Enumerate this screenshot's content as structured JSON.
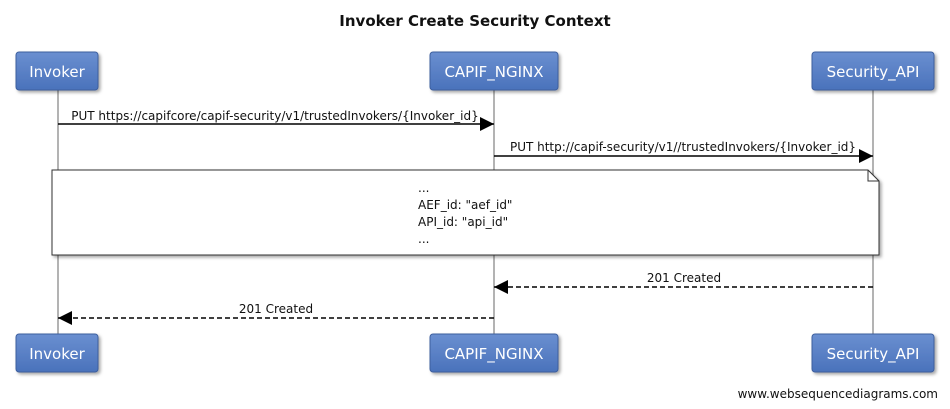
{
  "title": "Invoker Create Security Context",
  "participants": [
    {
      "id": "invoker",
      "label": "Invoker"
    },
    {
      "id": "nginx",
      "label": "CAPIF_NGINX"
    },
    {
      "id": "security",
      "label": "Security_API"
    }
  ],
  "messages": [
    {
      "from": "invoker",
      "to": "nginx",
      "label": "PUT https://capifcore/capif-security/v1/trustedInvokers/{Invoker_id}",
      "style": "solid"
    },
    {
      "from": "nginx",
      "to": "security",
      "label": "PUT http://capif-security/v1//trustedInvokers/{Invoker_id}",
      "style": "solid"
    },
    {
      "from": "security",
      "to": "nginx",
      "label": "201 Created",
      "style": "dashed"
    },
    {
      "from": "nginx",
      "to": "invoker",
      "label": "201 Created",
      "style": "dashed"
    }
  ],
  "note": {
    "lines": [
      "...",
      "AEF_id: \"aef_id\"",
      "API_id: \"api_id\"",
      "..."
    ]
  },
  "credit": "www.websequencediagrams.com",
  "colors": {
    "participant_fill": "#4f79c2",
    "lifeline": "#9a9a9a"
  }
}
